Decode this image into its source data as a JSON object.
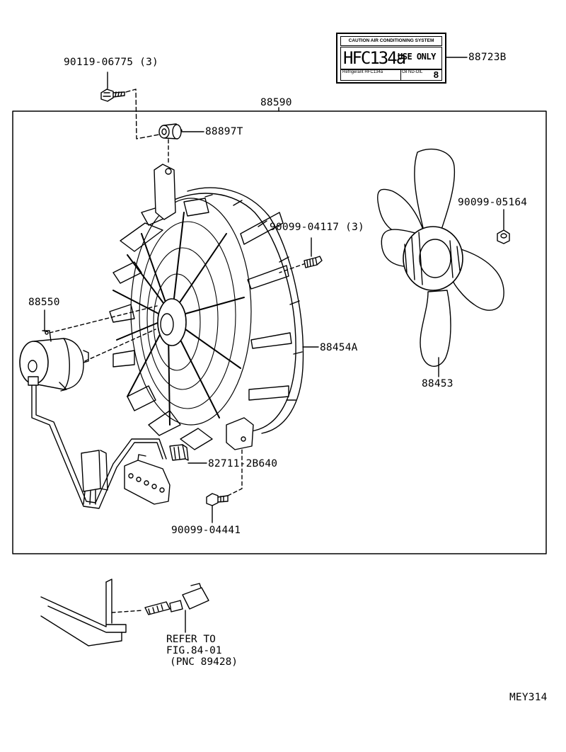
{
  "diagram_code": "MEY314",
  "labels": {
    "bolt_top": "90119-06775 (3)",
    "assembly": "88590",
    "cushion": "88897T",
    "caution_label": "88723B",
    "screw_shroud": "90099-04117 (3)",
    "nut_fan": "90099-05164",
    "motor": "88550",
    "shroud": "88454A",
    "fan": "88453",
    "connector": "82711-2B640",
    "screw_bottom": "90099-04441"
  },
  "caution_tag": {
    "header": "CAUTION  AIR CONDITIONING SYSTEM",
    "refrigerant": "HFC134a",
    "use_only": "USE ONLY",
    "bottom_left": "Refrigerant HFC134a",
    "bottom_right": "Oil ND-OIL",
    "oil_number": "8"
  },
  "refer_note": {
    "line1": "REFER TO",
    "line2": "FIG.84-01",
    "line3": "(PNC 89428)"
  }
}
